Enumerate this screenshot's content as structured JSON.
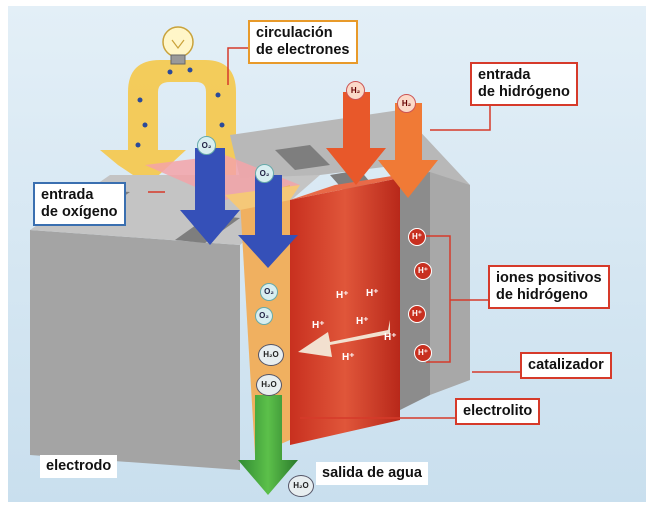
{
  "labels": {
    "circulacion_l1": "circulación",
    "circulacion_l2": "de electrones",
    "entrada_h_l1": "entrada",
    "entrada_h_l2": "de hidrógeno",
    "entrada_o_l1": "entrada",
    "entrada_o_l2": "de oxígeno",
    "iones_l1": "iones positivos",
    "iones_l2": "de hidrógeno",
    "catalizador": "catalizador",
    "electrolito": "electrolito",
    "electrodo": "electrodo",
    "salida_agua": "salida de agua"
  },
  "molecules": {
    "o2": "O₂",
    "h2": "H₂",
    "h_plus": "H⁺",
    "h2o": "H₂O"
  },
  "colors": {
    "background": "#d7e8f3",
    "electrode": "#9a9a9a",
    "electrolyte": "#d8442e",
    "catalyst": "#f0b060",
    "oxygen_arrow": "#3550b8",
    "hydrogen_arrow": "#e8582a",
    "water_arrow": "#3b9a3a",
    "electron_flow": "#f5c84a"
  }
}
